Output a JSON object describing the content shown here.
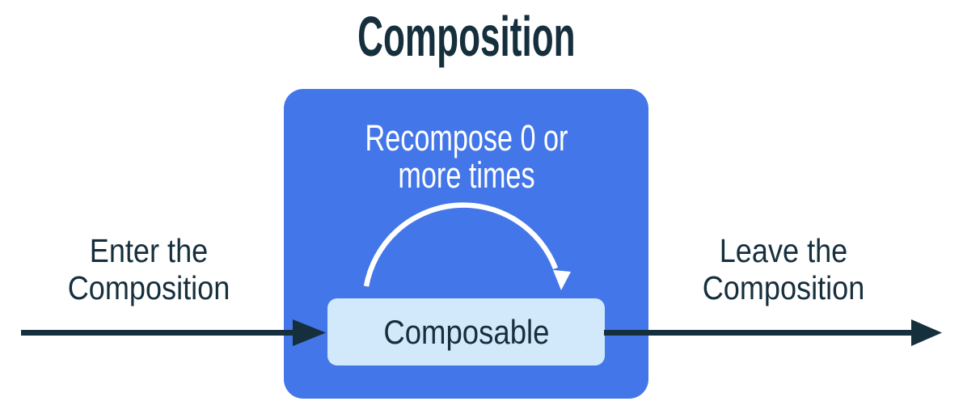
{
  "diagram": {
    "title": "Composition",
    "composition_box": {
      "recompose_label": "Recompose 0 or more times"
    },
    "composable_label": "Composable",
    "enter_label": "Enter the Composition",
    "leave_label": "Leave the Composition",
    "colors": {
      "background": "#FFFFFF",
      "box_blue": "#4376E8",
      "box_light": "#D2E9FB",
      "ink": "#162F3D",
      "arrow_white": "#FFFFFF"
    }
  }
}
